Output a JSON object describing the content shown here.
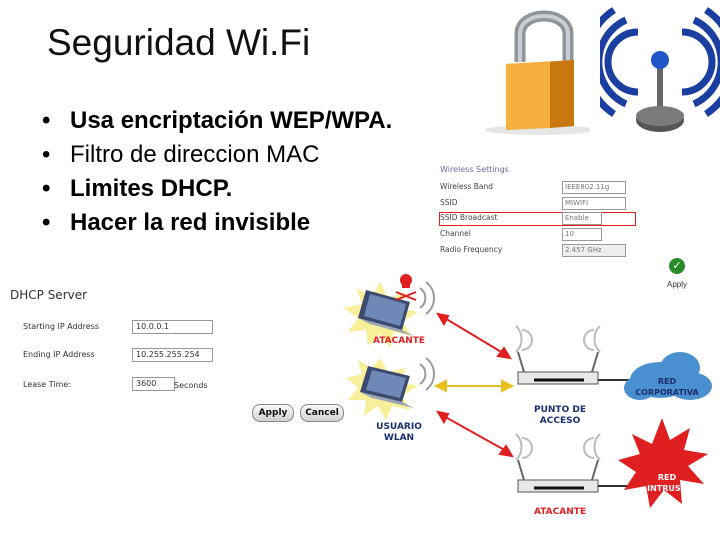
{
  "slide": {
    "title": "Seguridad Wi.Fi",
    "bullets": [
      "Usa encriptación WEP/WPA.",
      "Filtro de direccion MAC",
      "Limites DHCP.",
      "Hacer la red invisible"
    ]
  },
  "wireless_settings": {
    "title": "Wireless Settings",
    "rows": [
      {
        "label": "Wireless Band",
        "value": "IEEE802.11g"
      },
      {
        "label": "SSID",
        "value": "MIWIFI"
      },
      {
        "label": "SSID Broadcast",
        "value": "Enable"
      },
      {
        "label": "Channel",
        "value": "10"
      },
      {
        "label": "Radio Frequency",
        "value": "2.457 GHz"
      }
    ],
    "apply_label": "Apply"
  },
  "dhcp_server": {
    "title": "DHCP Server",
    "starting_label": "Starting IP Address",
    "starting_value": "10.0.0.1",
    "ending_label": "Ending IP Address",
    "ending_value": "10.255.255.254",
    "lease_label": "Lease Time:",
    "lease_value": "3600",
    "lease_unit": "Seconds",
    "apply_label": "Apply",
    "cancel_label": "Cancel"
  },
  "network_diagram": {
    "atacante_top": "ATACANTE",
    "usuario_line1": "USUARIO",
    "usuario_line2": "WLAN",
    "punto_line1": "PUNTO DE",
    "punto_line2": "ACCESO",
    "red_corp_line1": "RED",
    "red_corp_line2": "CORPORATIVA",
    "red_intrusa_line1": "RED",
    "red_intrusa_line2": "INTRUSA",
    "atacante_bottom": "ATACANTE"
  },
  "colors": {
    "lock_body": "#f0a020",
    "wifi_rings": "#1a3fa0",
    "attack_arrow": "#e02020",
    "user_arrow": "#e8c020",
    "cloud": "#4a90d0",
    "intrusa_burst": "#e02020"
  }
}
